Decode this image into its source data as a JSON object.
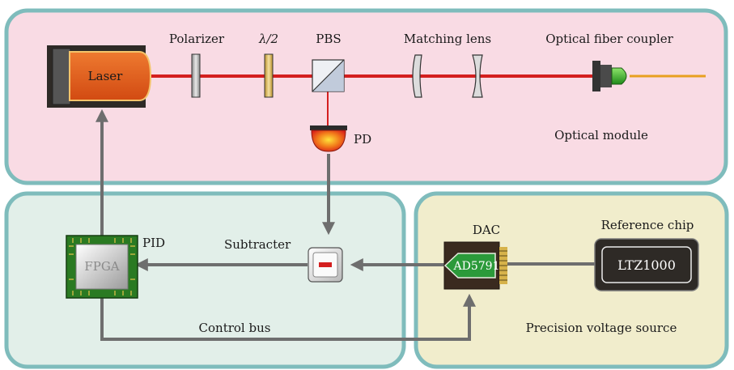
{
  "labels": {
    "polarizer": "Polarizer",
    "half_wave": "λ/2",
    "pbs": "PBS",
    "matching_lens": "Matching lens",
    "fiber_coupler": "Optical fiber coupler",
    "laser": "Laser",
    "pd": "PD",
    "optical_module": "Optical module",
    "pid": "PID",
    "fpga": "FPGA",
    "subtracter": "Subtracter",
    "dac": "DAC",
    "ad5791": "AD5791",
    "reference_chip": "Reference chip",
    "ltz1000": "LTZ1000",
    "control_bus": "Control bus",
    "precision_voltage_source": "Precision voltage source"
  },
  "colors": {
    "optical_module_fill": "#f9dbe4",
    "control_module_fill": "#e2efe9",
    "voltage_source_fill": "#f1edcc",
    "module_border": "#7fbcbc",
    "laser_beam": "#d41f1f",
    "fiber": "#e8a020",
    "arrow": "#6e6e6e",
    "pcb_green": "#2a7a22",
    "chip_dark": "#2e2a26"
  }
}
